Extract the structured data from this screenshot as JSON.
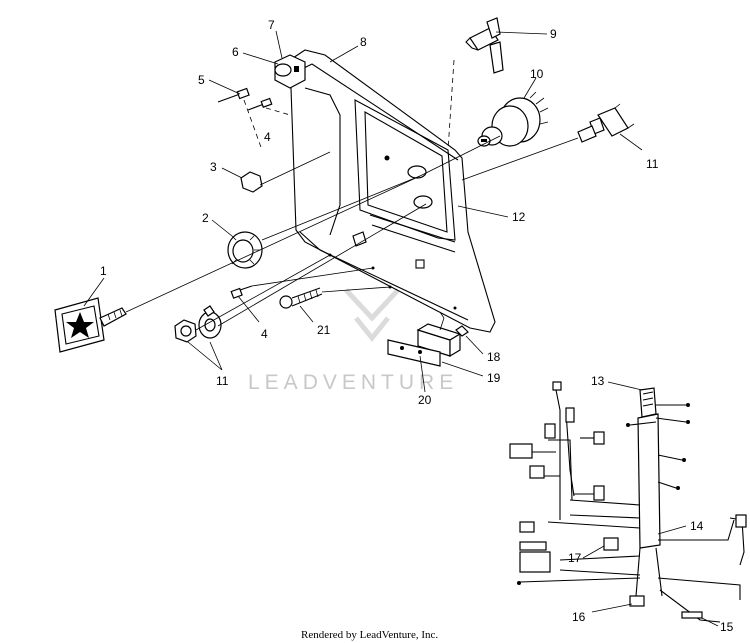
{
  "callouts": {
    "c1": "1",
    "c2": "2",
    "c3": "3",
    "c4a": "4",
    "c4b": "4",
    "c5": "5",
    "c6": "6",
    "c7": "7",
    "c8": "8",
    "c9": "9",
    "c10": "10",
    "c11a": "11",
    "c11b": "11",
    "c12": "12",
    "c13": "13",
    "c14": "14",
    "c15": "15",
    "c16": "16",
    "c17": "17",
    "c18": "18",
    "c19": "19",
    "c20": "20",
    "c21": "21"
  },
  "watermark": "LEADVENTURE",
  "footer": "Rendered by LeadVenture, Inc.",
  "icons": [
    "key-icon",
    "leadventure-logo-icon"
  ]
}
